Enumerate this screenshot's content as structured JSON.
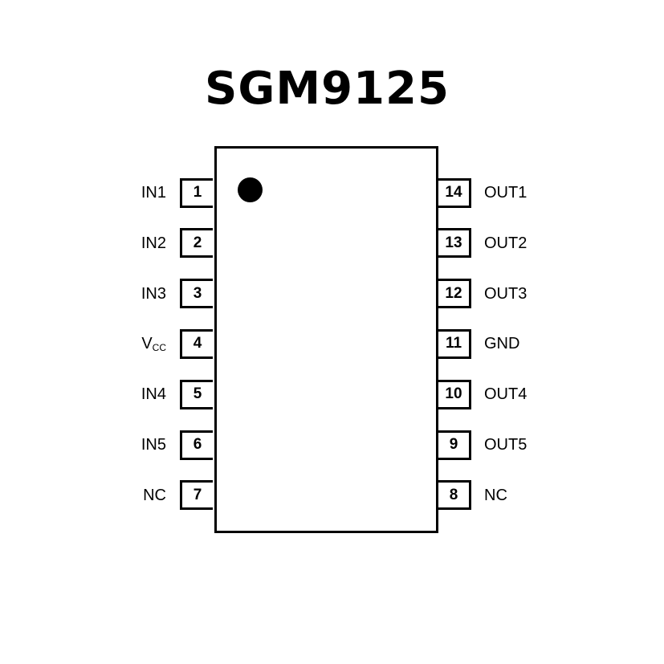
{
  "title": "SGM9125",
  "left_pins": [
    {
      "num": "1",
      "name": "IN1"
    },
    {
      "num": "2",
      "name": "IN2"
    },
    {
      "num": "3",
      "name": "IN3"
    },
    {
      "num": "4",
      "name": "V",
      "sub": "CC"
    },
    {
      "num": "5",
      "name": "IN4"
    },
    {
      "num": "6",
      "name": "IN5"
    },
    {
      "num": "7",
      "name": "NC"
    }
  ],
  "right_pins": [
    {
      "num": "14",
      "name": "OUT1"
    },
    {
      "num": "13",
      "name": "OUT2"
    },
    {
      "num": "12",
      "name": "OUT3"
    },
    {
      "num": "11",
      "name": "GND"
    },
    {
      "num": "10",
      "name": "OUT4"
    },
    {
      "num": "9",
      "name": "OUT5"
    },
    {
      "num": "8",
      "name": "NC"
    }
  ]
}
